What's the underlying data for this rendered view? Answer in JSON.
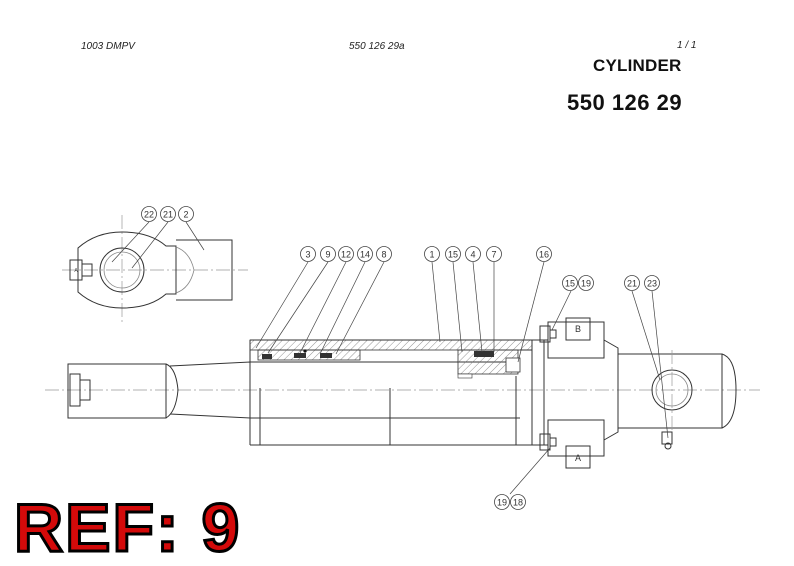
{
  "header": {
    "model": "1003 DMPV",
    "drawing_ref": "550 126 29a",
    "page": "1 /  1"
  },
  "title": "CYLINDER",
  "part_number": "550 126 29",
  "ref_label": "REF: 9",
  "callouts": {
    "c22a": "22",
    "c21a": "21",
    "c2": "2",
    "c3": "3",
    "c9": "9",
    "c12": "12",
    "c14": "14",
    "c8": "8",
    "c1": "1",
    "c15a": "15",
    "c4": "4",
    "c7": "7",
    "c16": "16",
    "c15b": "15",
    "c19a": "19",
    "c21b": "21",
    "c23": "23",
    "c19b": "19",
    "c18": "18"
  },
  "ports": {
    "top": "B",
    "bottom": "A"
  },
  "colors": {
    "ref_fill": "#d40a0a",
    "ref_outline": "#000000"
  }
}
